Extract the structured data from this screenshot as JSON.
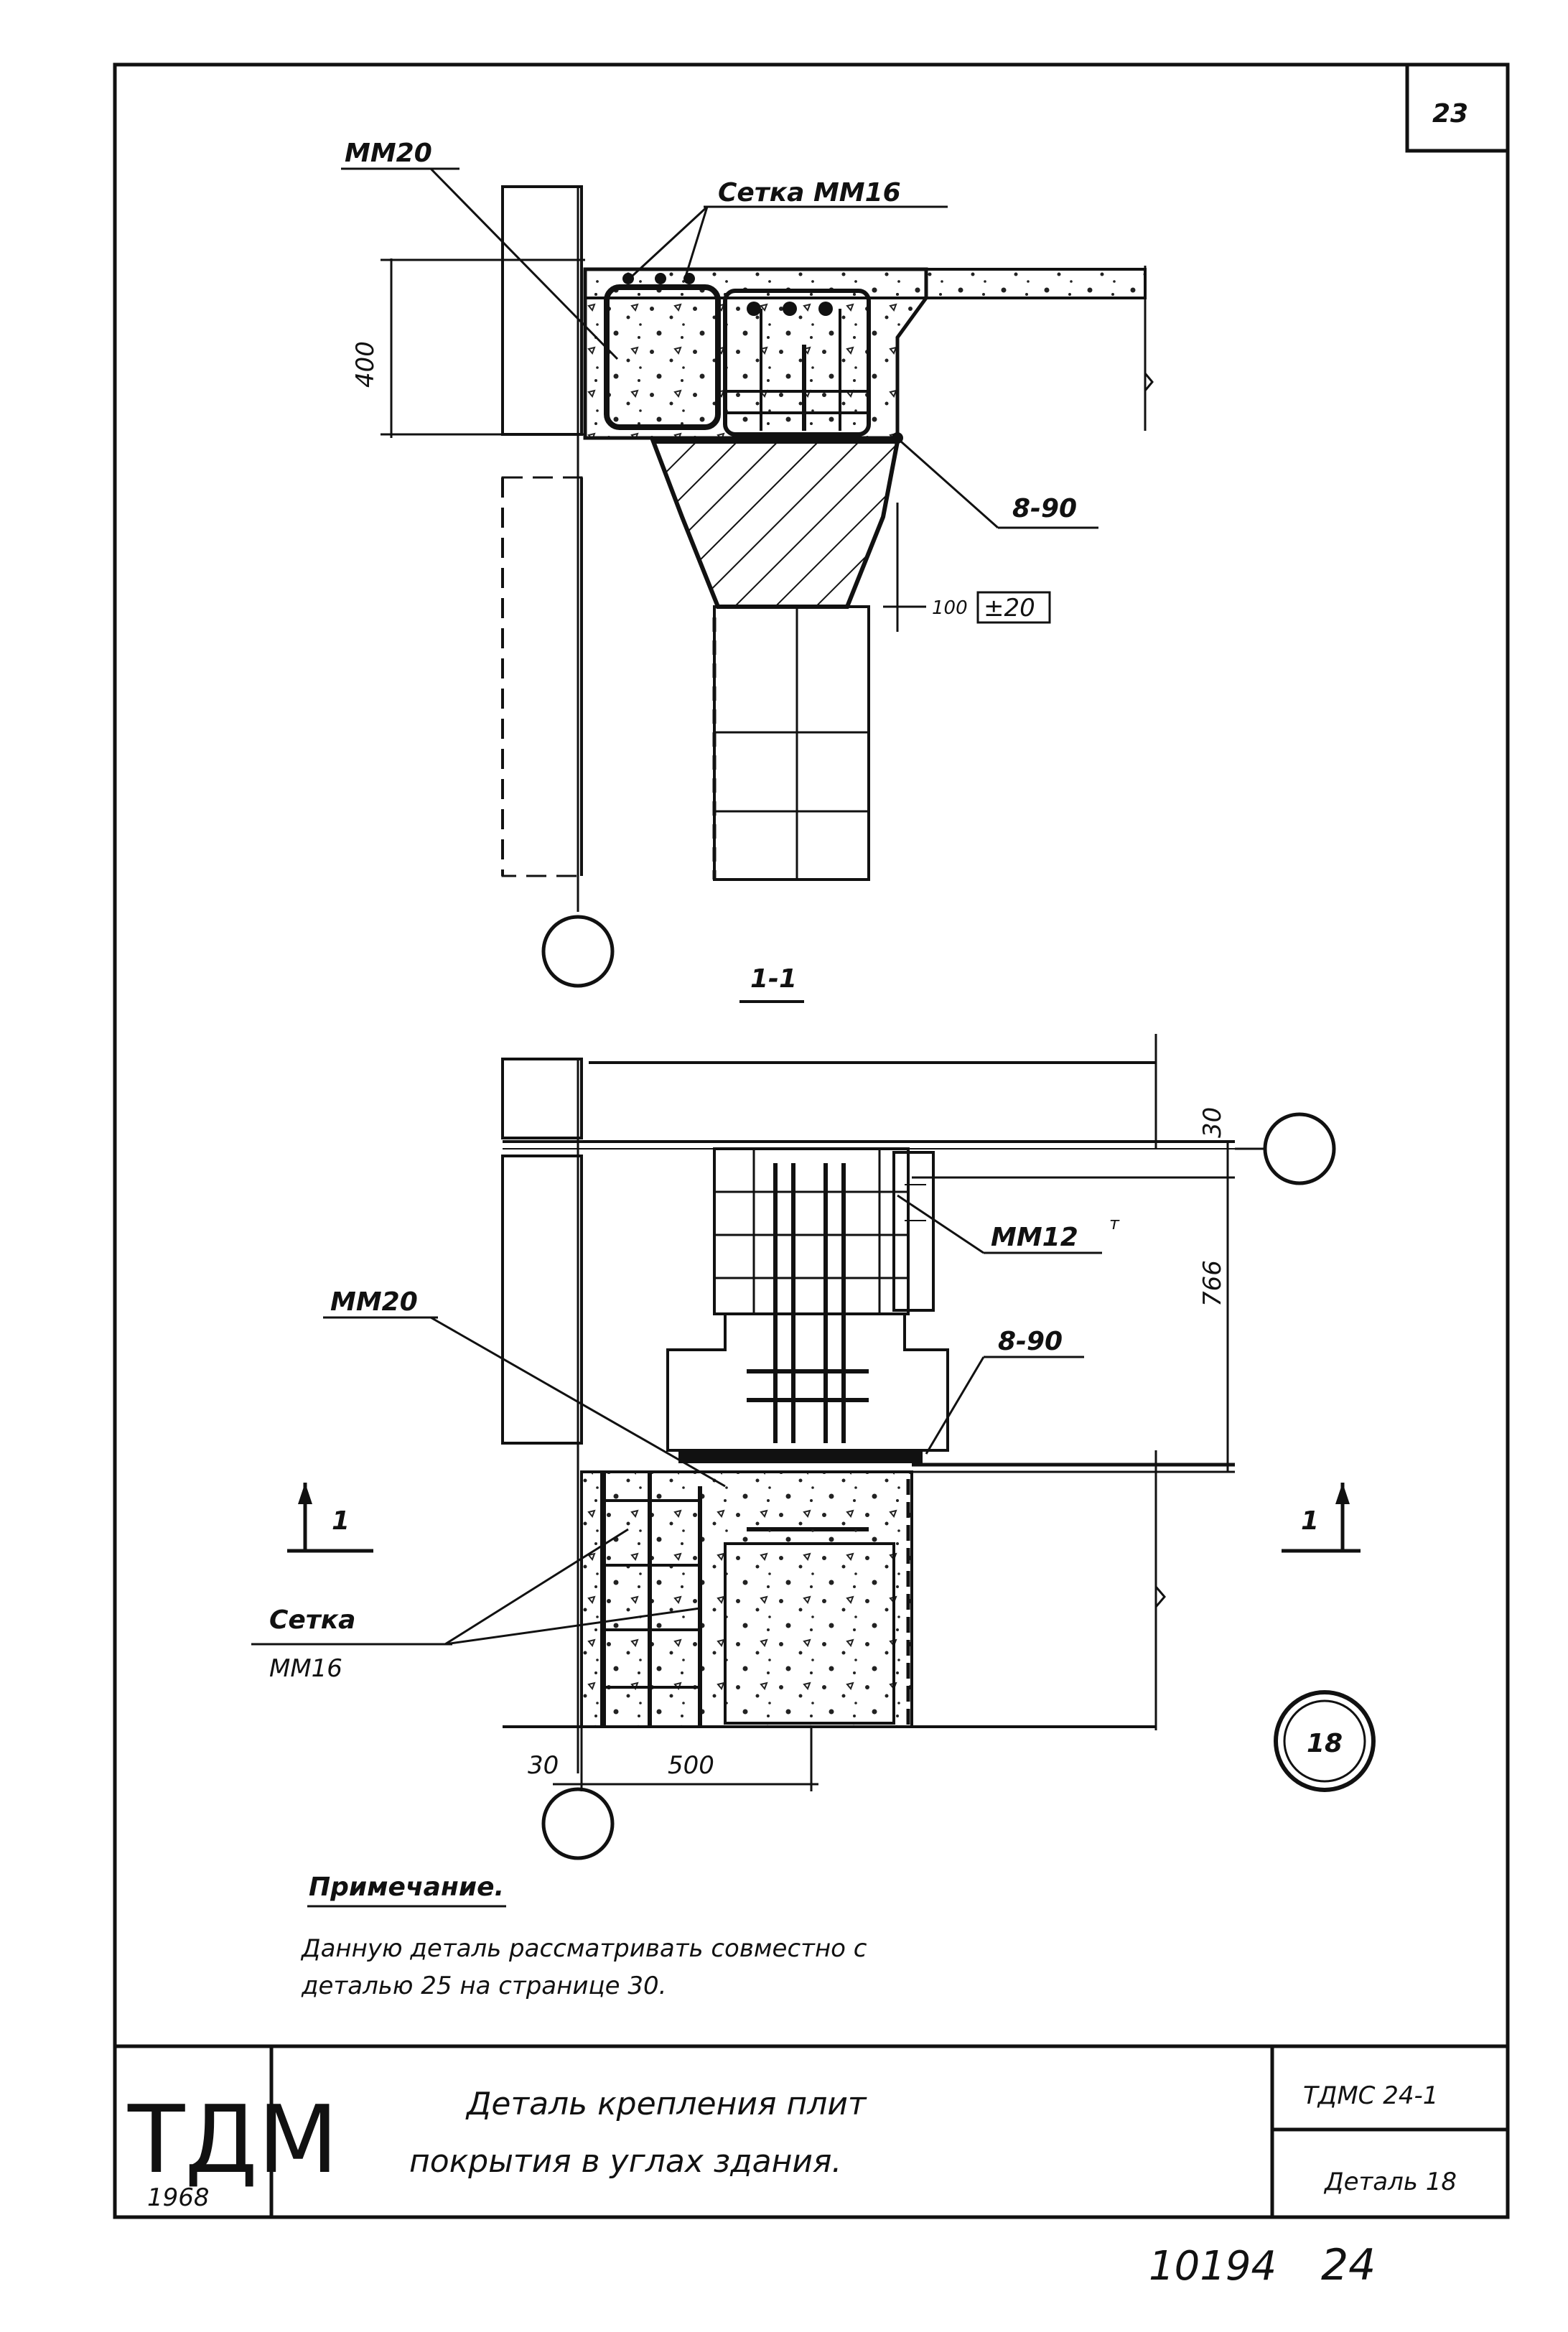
{
  "sheet": {
    "page_number": "23",
    "handwritten_number": "10194",
    "handwritten_page": "24"
  },
  "top_view": {
    "label_mm20": "ММ20",
    "label_mesh": "Сетка ММ16",
    "dim_height": "400",
    "label_bolt": "8-90",
    "dim_offset": "100",
    "dim_offset_box": "±20"
  },
  "section": {
    "title": "1-1",
    "label_mm12": "ММ12",
    "label_mm12_sup": "т",
    "label_mm20": "ММ20",
    "label_bolt": "8-90",
    "dim_30_top": "30",
    "dim_766": "766",
    "label_mesh_1": "Сетка",
    "label_mesh_2": "ММ16",
    "cut_left": "1",
    "cut_right": "1",
    "dim_30_bottom": "30",
    "dim_500": "500",
    "detail_no": "18"
  },
  "note": {
    "title": "Примечание.",
    "line1": "Данную деталь рассматривать совместно с",
    "line2": "деталью 25 на странице 30."
  },
  "title_block": {
    "logo": "ТДМ",
    "year": "1968",
    "title_line1": "Деталь крепления плит",
    "title_line2": "покрытия в углах здания.",
    "series": "ТДМС 24-1",
    "detail": "Деталь 18"
  }
}
